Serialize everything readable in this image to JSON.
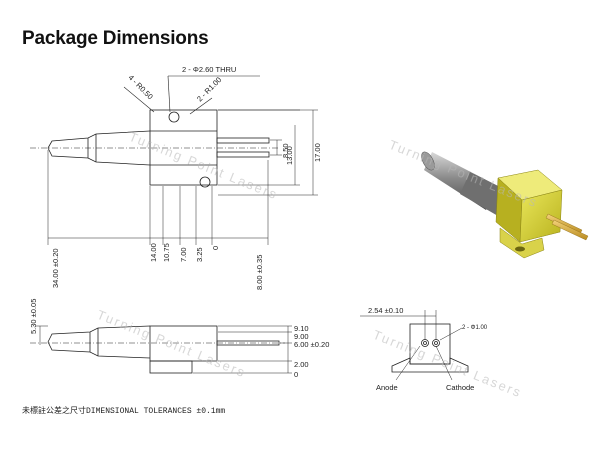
{
  "title": "Package Dimensions",
  "watermark": "Turning Point Lasers",
  "top_view": {
    "hole_callout": "2 - Φ2.60 THRU",
    "corner_callout": "4 - R0.50",
    "radius_callout": "2 - R1.00",
    "v_dims": [
      "8.50",
      "13.00",
      "17.00"
    ],
    "h_dims": [
      "34.00 ±0.20",
      "14.00",
      "10.75",
      "7.00",
      "3.25",
      "0",
      "8.00 ±0.35"
    ]
  },
  "side_view": {
    "left_dim": "5.30 ±0.05",
    "right_dims": [
      "9.10",
      "9.00",
      "6.00 ±0.20",
      "2.00",
      "0"
    ]
  },
  "end_view": {
    "pitch": "2.54 ±0.10",
    "pin_callout": "2 - Φ1.00",
    "anode": "Anode",
    "cathode": "Cathode"
  },
  "tolerance_note": "未標註公差之尺寸DIMENSIONAL TOLERANCES ±0.1mm"
}
